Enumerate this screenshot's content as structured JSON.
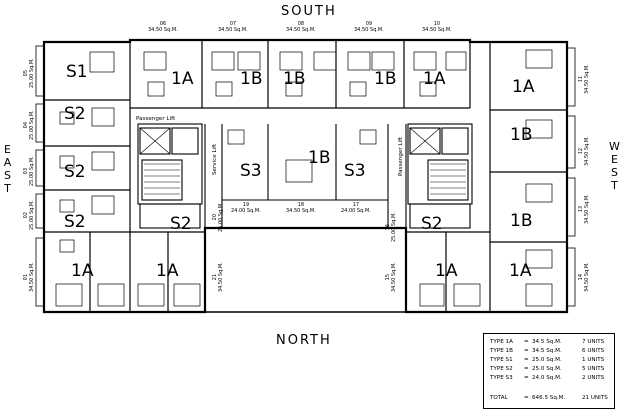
{
  "compass": {
    "south": "SOUTH",
    "north": "NORTH",
    "east": "EAST",
    "west": "WEST"
  },
  "lifts": {
    "passenger_lift_1": "Passenger Lift",
    "service_lift": "Service Lift",
    "passenger_lift_2": "Passenger Lift"
  },
  "unit_types": [
    {
      "text": "S1"
    },
    {
      "text": "S2"
    },
    {
      "text": "S2"
    },
    {
      "text": "S2"
    },
    {
      "text": "S2"
    },
    {
      "text": "1A"
    },
    {
      "text": "1A"
    },
    {
      "text": "1A"
    },
    {
      "text": "1B"
    },
    {
      "text": "1B"
    },
    {
      "text": "1B"
    },
    {
      "text": "1A"
    },
    {
      "text": "S3"
    },
    {
      "text": "1B"
    },
    {
      "text": "S3"
    },
    {
      "text": "1A"
    },
    {
      "text": "1B"
    },
    {
      "text": "1B"
    },
    {
      "text": "1A"
    },
    {
      "text": "S2"
    },
    {
      "text": "1A"
    }
  ],
  "south_units": [
    {
      "num": "06",
      "area": "34.50 Sq.M."
    },
    {
      "num": "07",
      "area": "34.50 Sq.M."
    },
    {
      "num": "08",
      "area": "34.50 Sq.M."
    },
    {
      "num": "09",
      "area": "34.50 Sq.M."
    },
    {
      "num": "10",
      "area": "34.50 Sq.M."
    }
  ],
  "east_units": [
    {
      "num": "05",
      "area": "25.00 Sq.M."
    },
    {
      "num": "04",
      "area": "25.00 Sq.M."
    },
    {
      "num": "03",
      "area": "25.00 Sq.M."
    },
    {
      "num": "02",
      "area": "25.00 Sq.M."
    },
    {
      "num": "01",
      "area": "34.50 Sq.M."
    }
  ],
  "west_units": [
    {
      "num": "11",
      "area": "34.50 Sq.M."
    },
    {
      "num": "12",
      "area": "34.50 Sq.M."
    },
    {
      "num": "13",
      "area": "34.50 Sq.M."
    },
    {
      "num": "14",
      "area": "34.50 Sq.M."
    }
  ],
  "inner_units": [
    {
      "num": "19",
      "area": "24.00 Sq.M."
    },
    {
      "num": "18",
      "area": "34.50 Sq.M."
    },
    {
      "num": "17",
      "area": "24.00 Sq.M."
    }
  ],
  "inner_vertical_units": [
    {
      "num": "20",
      "area": "25.00 Sq.M."
    },
    {
      "num": "21",
      "area": "34.50 Sq.M."
    },
    {
      "num": "16",
      "area": "25.00 Sq.M."
    },
    {
      "num": "15",
      "area": "34.50 Sq.M."
    }
  ],
  "legend": {
    "rows": [
      {
        "type": "TYPE 1A",
        "eq": "=",
        "area": "34.5 Sq.M.",
        "units": "7 UNITS"
      },
      {
        "type": "TYPE 1B",
        "eq": "=",
        "area": "34.5 Sq.M.",
        "units": "6 UNITS"
      },
      {
        "type": "TYPE S1",
        "eq": "=",
        "area": "25.0 Sq.M.",
        "units": "1 UNITS"
      },
      {
        "type": "TYPE S2",
        "eq": "=",
        "area": "25.0 Sq.M.",
        "units": "5 UNITS"
      },
      {
        "type": "TYPE S3",
        "eq": "=",
        "area": "24.0 Sq.M.",
        "units": "2 UNITS"
      }
    ],
    "total": {
      "label": "TOTAL",
      "eq": "=",
      "area": "646.5 Sq.M.",
      "units": "21 UNITS"
    }
  }
}
